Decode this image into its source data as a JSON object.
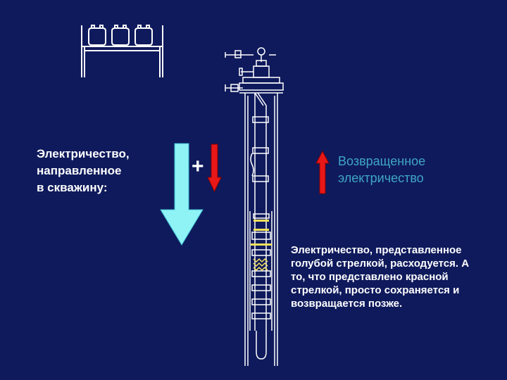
{
  "labels": {
    "electricity_in": "Электричество,\nнаправленное\nв скважину:",
    "electricity_returned": "Возвращенное\nэлектричество",
    "explanation": "Электричество, представленное\nголубой стрелкой, расходуется. А\nто, что представлено красной\nстрелкой, просто сохраняется и\nвозвращается позже.",
    "plus_sign": "+"
  },
  "colors": {
    "background": "#0f1a5c",
    "blue_arrow": "#8ff3f6",
    "red_arrow": "#e81818",
    "equipment": "#ffffff",
    "accent_yellow": "#f6e25a"
  },
  "icons": {
    "blue_arrow": "arrow-down-icon",
    "red_arrow_down": "arrow-down-icon",
    "red_arrow_up": "arrow-up-icon",
    "batteries": "battery-icon",
    "well": "wellbore-diagram"
  }
}
